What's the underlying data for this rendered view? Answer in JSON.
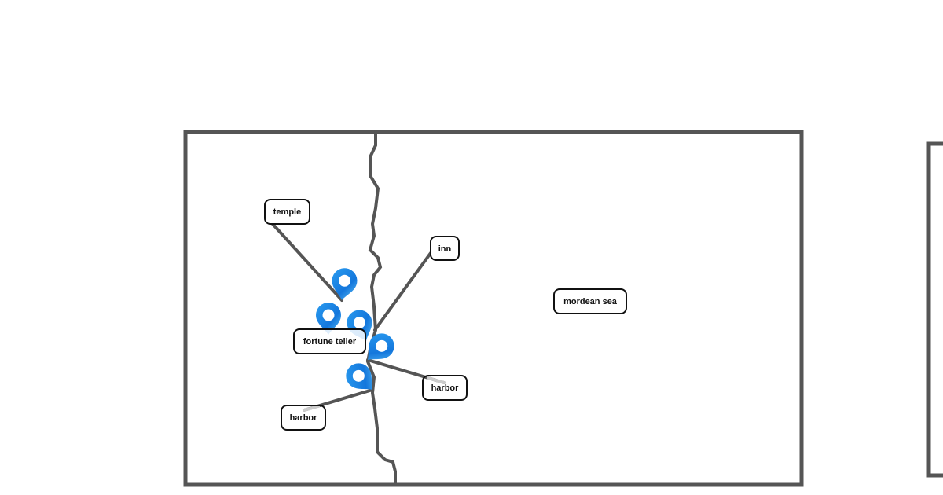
{
  "map": {
    "labels": {
      "temple": "temple",
      "inn": "inn",
      "sea": "mordean sea",
      "fortune_teller": "fortune teller",
      "harbor_east": "harbor",
      "harbor_west": "harbor"
    }
  },
  "colors": {
    "frame": "#555555",
    "pin": "#1a8fe8",
    "pin_dark": "#0d6fd0"
  }
}
